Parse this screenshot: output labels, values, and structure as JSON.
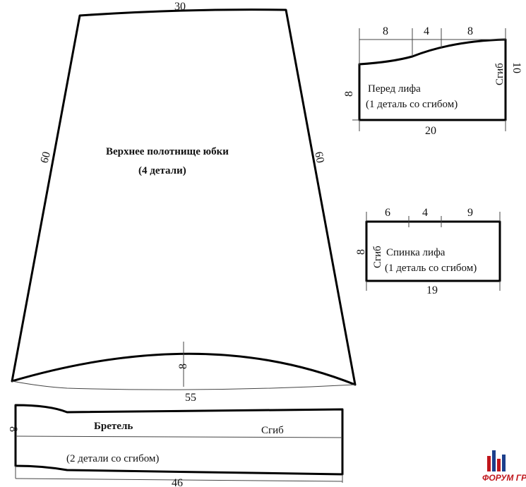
{
  "skirt": {
    "label": "Верхнее полотнище юбки",
    "sublabel": "(4 детали)",
    "dim_top": "30",
    "dim_left": "60",
    "dim_right": "60",
    "dim_bottom": "55",
    "dim_hem_depth": "8"
  },
  "bodice_front": {
    "label": "Перед лифа",
    "sublabel": "(1 деталь со сгибом)",
    "fold": "Сгиб",
    "dim_top_1": "8",
    "dim_top_2": "4",
    "dim_top_3": "8",
    "dim_bottom": "20",
    "dim_left": "8",
    "dim_right": "10"
  },
  "bodice_back": {
    "label": "Спинка лифа",
    "sublabel": "(1 деталь со сгибом)",
    "fold": "Сгиб",
    "dim_top_1": "6",
    "dim_top_2": "4",
    "dim_top_3": "9",
    "dim_bottom": "19",
    "dim_left": "8"
  },
  "strap": {
    "label": "Бретель",
    "sublabel": "(2 детали со сгибом)",
    "fold": "Сгиб",
    "dim_left": "8",
    "dim_bottom": "46"
  },
  "watermark": {
    "text": "ФОРУМ ГРАД",
    "colors": {
      "red": "#c0161c",
      "blue": "#1c3f8c"
    }
  }
}
